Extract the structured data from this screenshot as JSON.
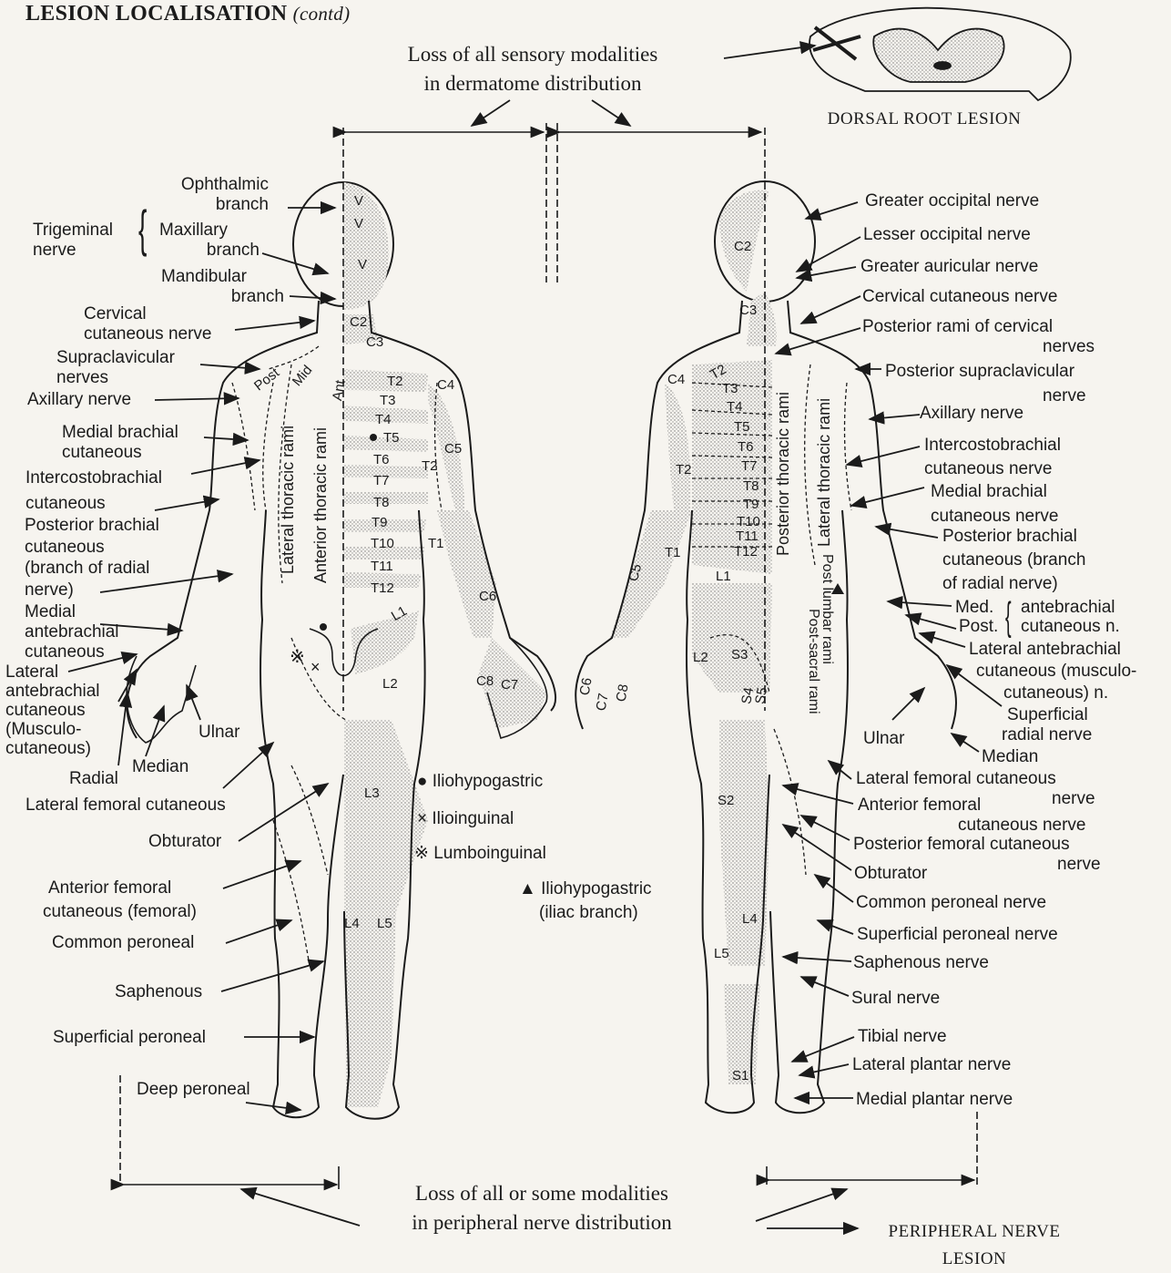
{
  "title": {
    "main": "LESION LOCALISATION",
    "contd": "(contd)"
  },
  "captions": {
    "dermatome": [
      "Loss of all sensory modalities",
      "in dermatome distribution"
    ],
    "dorsal_root": "DORSAL ROOT LESION",
    "peripheral": [
      "Loss of all or some modalities",
      "in peripheral nerve distribution"
    ],
    "peripheral_lesion": [
      "PERIPHERAL NERVE",
      "LESION"
    ]
  },
  "front_left_labels": {
    "ophthalmic": [
      "Ophthalmic",
      "branch"
    ],
    "trigeminal": [
      "Trigeminal",
      "nerve"
    ],
    "maxillary": [
      "Maxillary",
      "branch"
    ],
    "mandibular": [
      "Mandibular",
      "branch"
    ],
    "cervical_cut": [
      "Cervical",
      "cutaneous nerve"
    ],
    "supraclavicular": [
      "Supraclavicular",
      "nerves"
    ],
    "axillary": "Axillary nerve",
    "medial_brachial": [
      "Medial brachial",
      "cutaneous"
    ],
    "intercostobrachial": [
      "Intercostobrachial",
      "cutaneous"
    ],
    "posterior_brachial": [
      "Posterior brachial",
      "cutaneous",
      "(branch of radial",
      "nerve)"
    ],
    "medial_antebrachial": [
      "Medial",
      "antebrachial",
      "cutaneous"
    ],
    "lateral_antebrachial": [
      "Lateral",
      "antebrachial",
      "cutaneous",
      "(Musculo-",
      "cutaneous)"
    ],
    "ulnar": "Ulnar",
    "median": "Median",
    "radial": "Radial",
    "lateral_femoral": "Lateral femoral cutaneous",
    "obturator": "Obturator",
    "anterior_femoral": [
      "Anterior femoral",
      "cutaneous (femoral)"
    ],
    "common_peroneal": "Common peroneal",
    "saphenous": "Saphenous",
    "superficial_peroneal": "Superficial peroneal",
    "deep_peroneal": "Deep peroneal"
  },
  "back_right_labels": {
    "greater_occipital": "Greater occipital nerve",
    "lesser_occipital": "Lesser occipital nerve",
    "greater_auricular": "Greater auricular nerve",
    "cervical_cutaneous": "Cervical cutaneous nerve",
    "posterior_rami_cervical": [
      "Posterior rami of cervical",
      "nerves"
    ],
    "posterior_supraclavicular": [
      "Posterior supraclavicular",
      "nerve"
    ],
    "axillary": "Axillary nerve",
    "intercostobrachial": [
      "Intercostobrachial",
      "cutaneous nerve"
    ],
    "medial_brachial": [
      "Medial brachial",
      "cutaneous nerve"
    ],
    "posterior_brachial": [
      "Posterior brachial",
      "cutaneous (branch",
      "of radial nerve)"
    ],
    "med": "Med.",
    "post": "Post.",
    "antebrachial": [
      "antebrachial",
      "cutaneous n."
    ],
    "lateral_antebrachial": [
      "Lateral antebrachial",
      "cutaneous (musculo-",
      "cutaneous) n."
    ],
    "superficial_radial": [
      "Superficial",
      "radial nerve"
    ],
    "ulnar": "Ulnar",
    "median": "Median",
    "lateral_femoral": [
      "Lateral femoral cutaneous",
      "nerve"
    ],
    "anterior_femoral": [
      "Anterior femoral",
      "cutaneous nerve"
    ],
    "posterior_femoral": [
      "Posterior femoral cutaneous",
      "nerve"
    ],
    "obturator": "Obturator",
    "common_peroneal": "Common peroneal nerve",
    "superficial_peroneal": "Superficial peroneal nerve",
    "saphenous": "Saphenous nerve",
    "sural": "Sural nerve",
    "tibial": "Tibial nerve",
    "lateral_plantar": "Lateral plantar nerve",
    "medial_plantar": "Medial plantar nerve"
  },
  "legend": {
    "iliohypogastric": "Iliohypogastric",
    "ilioinguinal": "Ilioinguinal",
    "lumboinguinal": "Lumboinguinal",
    "iliac_branch": [
      "Iliohypogastric",
      "(iliac branch)"
    ]
  },
  "front_segments": {
    "V": "V",
    "C2": "C2",
    "C3": "C3",
    "C4": "C4",
    "C5": "C5",
    "C6": "C6",
    "C7": "C7",
    "C8": "C8",
    "T1": "T1",
    "T2": "T2",
    "T2b": "T2",
    "T3": "T3",
    "T4": "T4",
    "T5": "T5",
    "T6": "T6",
    "T7": "T7",
    "T8": "T8",
    "T9": "T9",
    "T10": "T10",
    "T11": "T11",
    "T12": "T12",
    "L1": "L1",
    "L2": "L2",
    "L3": "L3",
    "L4": "L4",
    "L5": "L5",
    "post": "Post",
    "mid": "Mid",
    "ant": "Ant",
    "lateral_thoracic_rami": "Lateral thoracic rami",
    "anterior_thoracic_rami": "Anterior thoracic rami"
  },
  "back_segments": {
    "C2": "C2",
    "C3": "C3",
    "C4": "C4",
    "C5": "C5",
    "C6": "C6",
    "C7": "C7",
    "C8": "C8",
    "T1": "T1",
    "T2": "T2",
    "T2b": "T2",
    "T3": "T3",
    "T4": "T4",
    "T5": "T5",
    "T6": "T6",
    "T7": "T7",
    "T8": "T8",
    "T9": "T9",
    "T10": "T10",
    "T11": "T11",
    "T12": "T12",
    "L1": "L1",
    "L2": "L2",
    "L4": "L4",
    "L5": "L5",
    "S1": "S1",
    "S2": "S2",
    "S3": "S3",
    "S4": "S4",
    "S5": "S5",
    "posterior_thoracic_rami": "Posterior thoracic rami",
    "lateral_thoracic_rami": "Lateral thoracic rami",
    "post_lumbar_rami": "Post lumbar rami",
    "post_sacral_rami": "Post-sacral rami"
  }
}
